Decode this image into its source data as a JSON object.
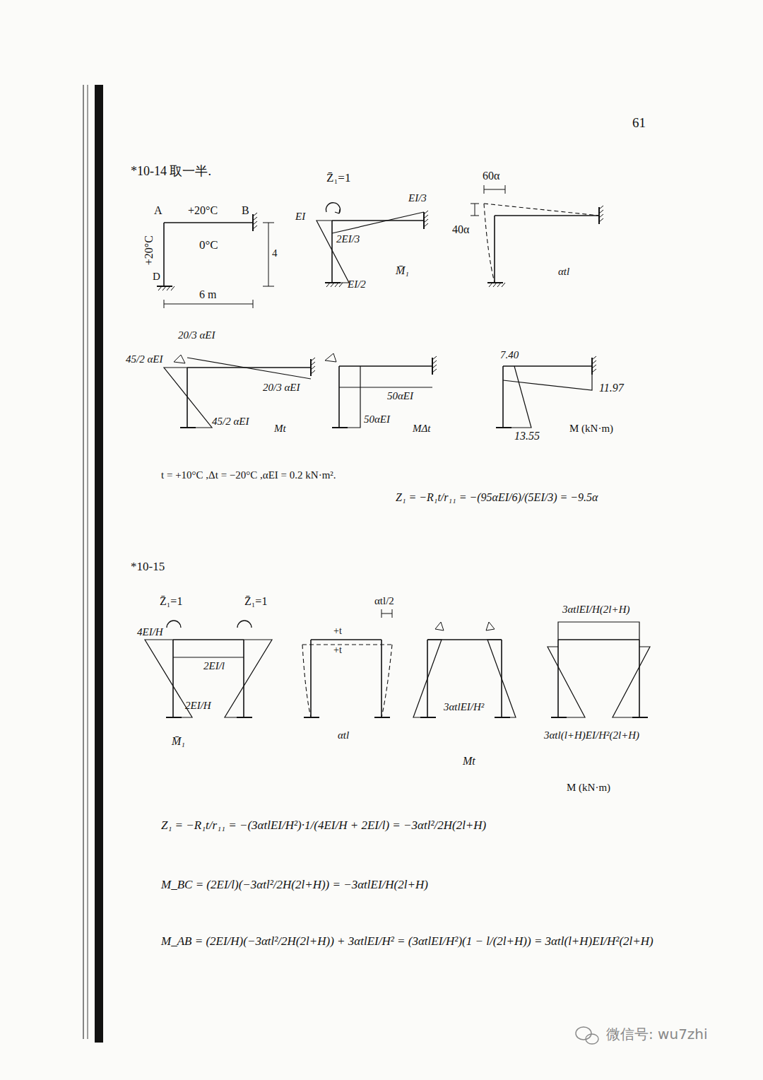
{
  "diagram": {
    "labels": [
      "61",
      "*10-14 取一半.",
      "A",
      "+20°C",
      "B",
      "+20°C",
      "0°C",
      "D",
      "4",
      "6 m",
      "Z̄₁=1",
      "EI/3",
      "EI",
      "2EI/3",
      "EI/2",
      "M̄₁",
      "60α",
      "40α",
      "αtl",
      "20/3 αEI",
      "45/2 αEI",
      "20/3 αEI",
      "45/2 αEI",
      "Mt",
      "50αEI",
      "50αEI",
      "MΔt",
      "7.40",
      "11.97",
      "13.55",
      "M (kN·m)",
      "t = +10°C ,Δt = −20°C ,αEI = 0.2 kN·m².",
      "Z₁ = −R₁t/r₁₁ = −(95αEI/6)/(5EI/3) = −9.5α",
      "*10-15",
      "Z̄₁=1",
      "Z̄₁=1",
      "4EI/H",
      "2EI/l",
      "2EI/H",
      "M̄₁",
      "αtl/2",
      "+t",
      "+t",
      "αtl",
      "3αtlEI/H²",
      "Mt",
      "3αtlEI/H(2l+H)",
      "3αtl(l+H)EI/H²(2l+H)",
      "M (kN·m)",
      "Z₁ = −R₁t/r₁₁ = −(3αtlEI/H²)·1/(4EI/H + 2EI/l) = −3αtl²/2H(2l+H)",
      "M_BC = (2EI/l)(−3αtl²/2H(2l+H)) = −3αtlEI/H(2l+H)",
      "M_AB = (2EI/H)(−3αtl²/2H(2l+H)) + 3αtlEI/H² = (3αtlEI/H²)(1 − l/(2l+H)) = 3αtl(l+H)EI/H²(2l+H)",
      "微信号: wu7zhi"
    ]
  }
}
